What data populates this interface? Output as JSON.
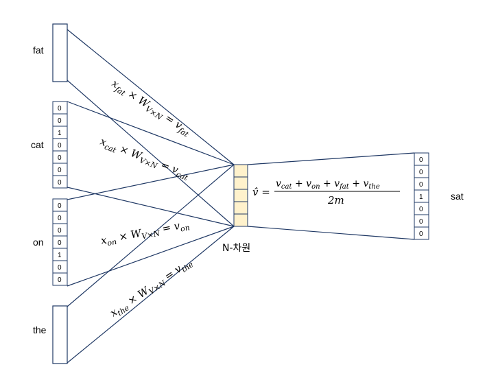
{
  "input_words": {
    "fat": "fat",
    "cat": "cat",
    "on": "on",
    "the": "the"
  },
  "vectors": {
    "cat": [
      "0",
      "0",
      "1",
      "0",
      "0",
      "0",
      "0"
    ],
    "on": [
      "0",
      "0",
      "0",
      "0",
      "1",
      "0",
      "0"
    ],
    "sat": [
      "0",
      "0",
      "0",
      "1",
      "0",
      "0",
      "0"
    ]
  },
  "hidden_layer_label": "N-차원",
  "output_word": "sat",
  "projection_equations": {
    "fat": {
      "x": "x",
      "sub": "fat",
      "times": " × W",
      "wsub": "V×N",
      "eq": " = v",
      "vsub": "fat"
    },
    "cat": {
      "x": "x",
      "sub": "cat",
      "times": " × W",
      "wsub": "V×N",
      "eq": " = v",
      "vsub": "cat"
    },
    "on": {
      "x": "x",
      "sub": "on",
      "times": " × W",
      "wsub": "V×N",
      "eq": " = v",
      "vsub": "on"
    },
    "the": {
      "x": "x",
      "sub": "the",
      "times": " × W",
      "wsub": "V×N",
      "eq": " = v",
      "vsub": "the"
    }
  },
  "average_equation": {
    "lhs": "v̂ =",
    "numerator_terms": [
      "cat",
      "on",
      "fat",
      "the"
    ],
    "denominator": "2m"
  },
  "colors": {
    "line": "#1f3864",
    "box_stroke": "#1f3864",
    "hidden_fill": "#fff2cc"
  }
}
